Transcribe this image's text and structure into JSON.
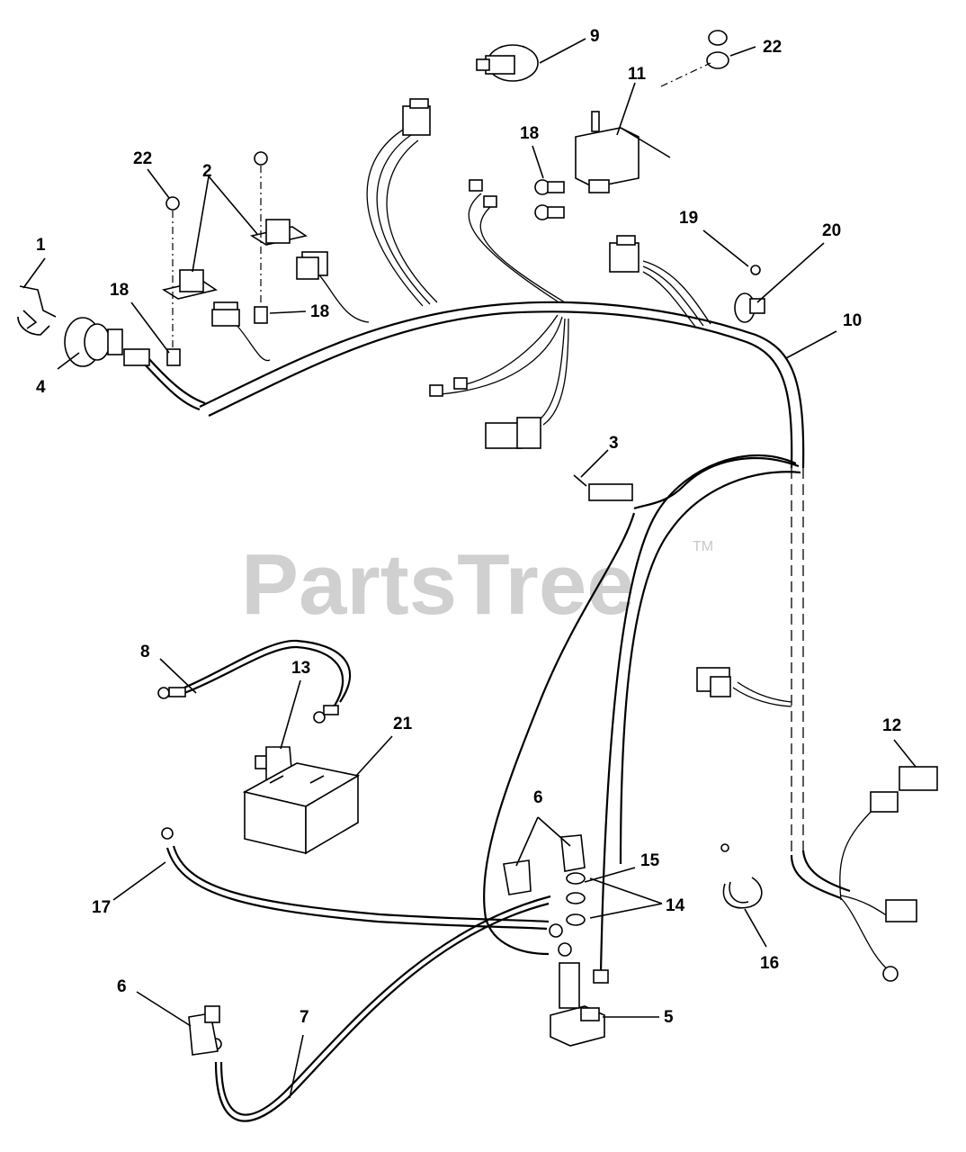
{
  "watermark": {
    "brand": "PartsTree",
    "trademark": "TM"
  },
  "callouts": [
    {
      "id": "callout-1",
      "text": "1"
    },
    {
      "id": "callout-2",
      "text": "2"
    },
    {
      "id": "callout-3",
      "text": "3"
    },
    {
      "id": "callout-4",
      "text": "4"
    },
    {
      "id": "callout-5",
      "text": "5"
    },
    {
      "id": "callout-6a",
      "text": "6"
    },
    {
      "id": "callout-6b",
      "text": "6"
    },
    {
      "id": "callout-7",
      "text": "7"
    },
    {
      "id": "callout-8",
      "text": "8"
    },
    {
      "id": "callout-9",
      "text": "9"
    },
    {
      "id": "callout-10",
      "text": "10"
    },
    {
      "id": "callout-11",
      "text": "11"
    },
    {
      "id": "callout-12",
      "text": "12"
    },
    {
      "id": "callout-13",
      "text": "13"
    },
    {
      "id": "callout-14",
      "text": "14"
    },
    {
      "id": "callout-15",
      "text": "15"
    },
    {
      "id": "callout-16",
      "text": "16"
    },
    {
      "id": "callout-17",
      "text": "17"
    },
    {
      "id": "callout-18a",
      "text": "18"
    },
    {
      "id": "callout-18b",
      "text": "18"
    },
    {
      "id": "callout-18c",
      "text": "18"
    },
    {
      "id": "callout-19",
      "text": "19"
    },
    {
      "id": "callout-20",
      "text": "20"
    },
    {
      "id": "callout-21",
      "text": "21"
    },
    {
      "id": "callout-22a",
      "text": "22"
    },
    {
      "id": "callout-22b",
      "text": "22"
    }
  ]
}
